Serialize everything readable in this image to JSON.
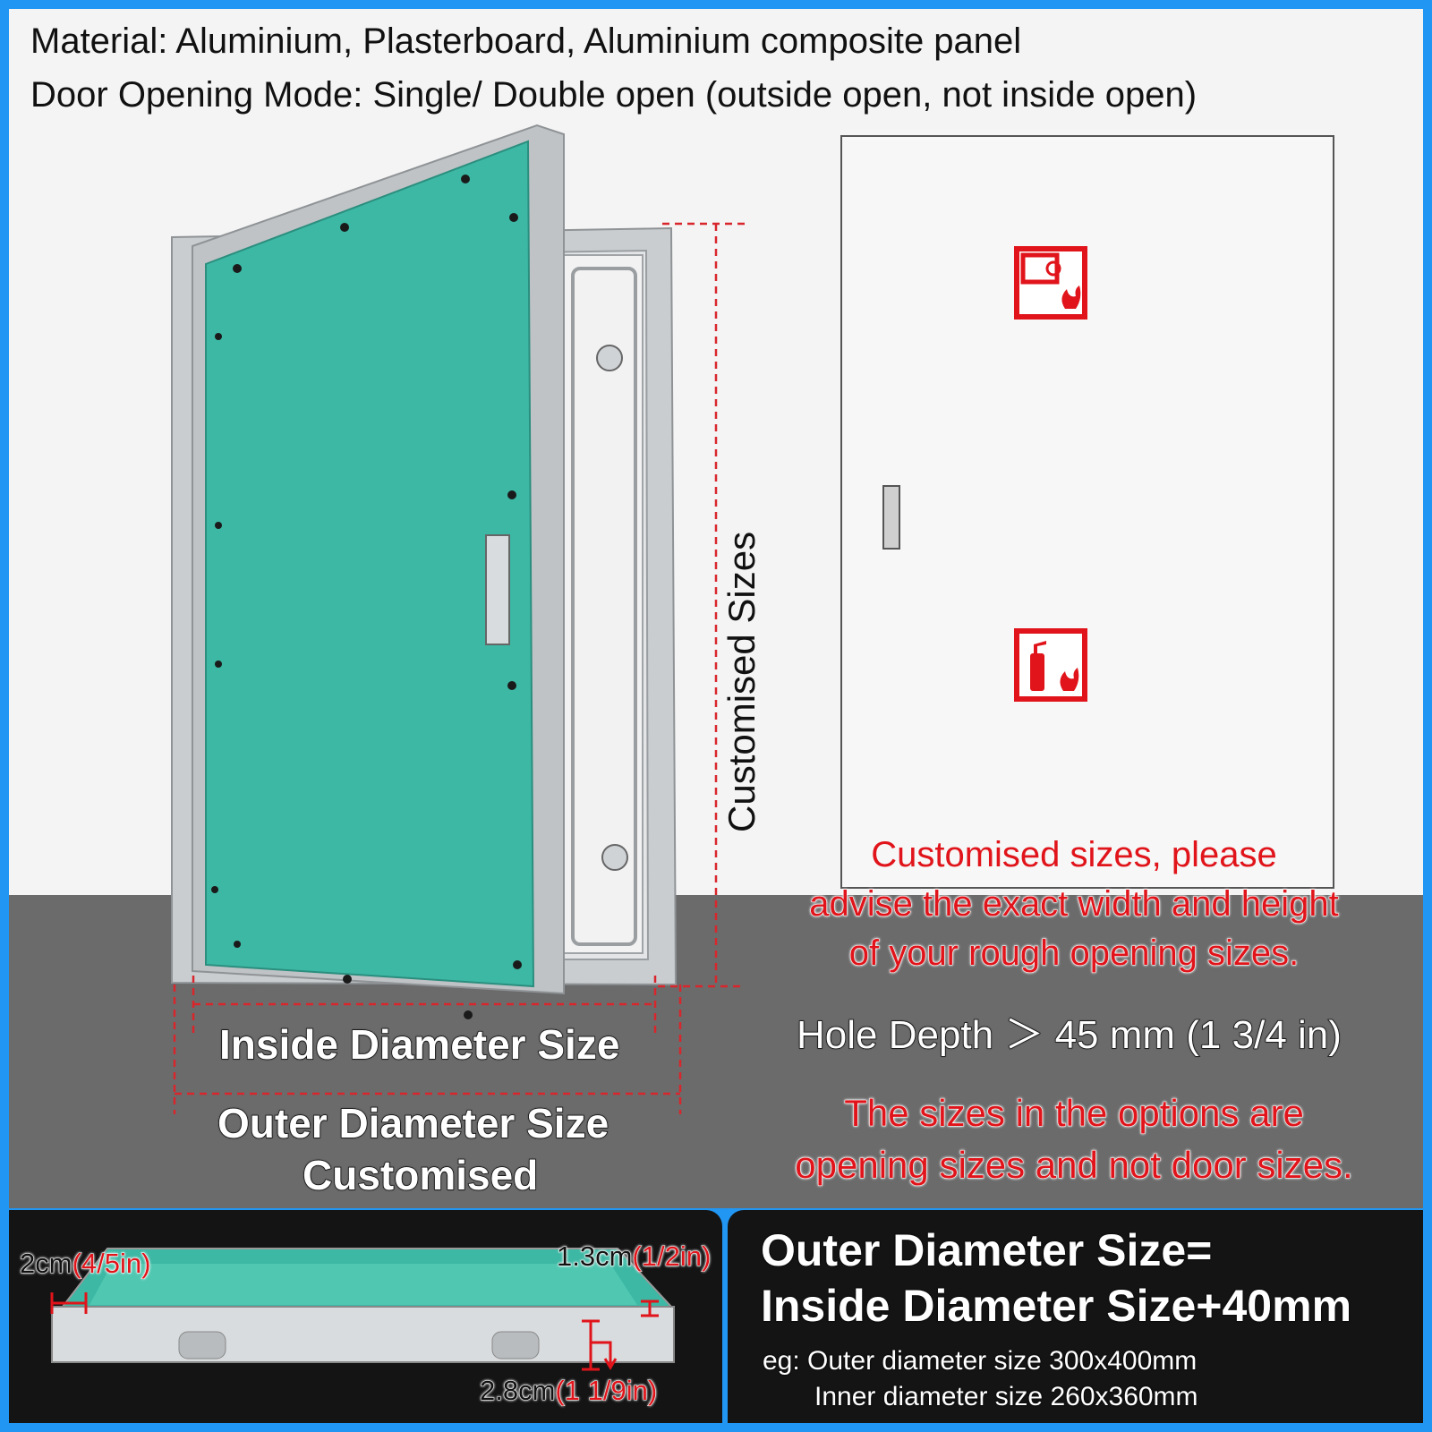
{
  "header": {
    "material": "Material: Aluminium, Plasterboard, Aluminium composite panel",
    "opening_mode": "Door Opening Mode: Single/ Double open (outside open, not inside open)"
  },
  "dimensions": {
    "vertical": "Customised Sizes",
    "inside": "Inside Diameter Size",
    "outer": "Outer Diameter Size",
    "customised": "Customised"
  },
  "notes": {
    "customised_lines": [
      "Customised sizes, please",
      "advise the exact width and height",
      "of your rough opening sizes."
    ],
    "hole_depth": "Hole Depth ＞ 45 mm (1 3/4 in)",
    "sizes_lines": [
      "The sizes in the options are",
      "opening sizes and not door sizes."
    ]
  },
  "profile": {
    "width_metric": "2cm",
    "width_imperial": "(4/5in)",
    "lip_metric": "1.3cm",
    "lip_imperial": "(1/2in)",
    "depth_metric": "2.8cm",
    "depth_imperial": "(1 1/9in)"
  },
  "formula": {
    "line1": "Outer Diameter Size=",
    "line2": "Inside Diameter Size+40mm",
    "example1": "eg: Outer diameter size 300x400mm",
    "example2": "Inner diameter size 260x360mm"
  },
  "colors": {
    "panel": "#3cb8a4",
    "frame": "#c9cdd0",
    "accent_red": "#e0141a",
    "border_blue": "#2196f3"
  },
  "icons": [
    "fire-hose-reel-sign-icon",
    "fire-extinguisher-sign-icon"
  ]
}
